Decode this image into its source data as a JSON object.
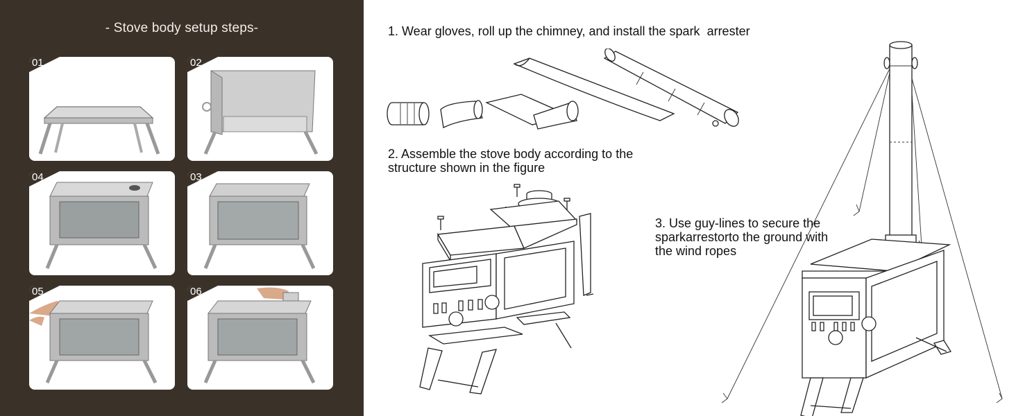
{
  "left_panel": {
    "title": "- Stove body setup steps-",
    "steps": [
      {
        "number": "01",
        "image": "stove-frame-with-legs-photo"
      },
      {
        "number": "02",
        "image": "stove-side-panels-folded-photo"
      },
      {
        "number": "04",
        "image": "stove-top-plates-installed-photo"
      },
      {
        "number": "03",
        "image": "stove-body-assembled-photo"
      },
      {
        "number": "05",
        "image": "hands-attaching-top-plate-photo"
      },
      {
        "number": "06",
        "image": "hands-installing-chimney-collar-photo"
      }
    ],
    "colors": {
      "background": "#3a3129",
      "title_text": "#f2ede6"
    }
  },
  "instructions": {
    "step1": "1. Wear gloves, roll up the chimney, and install the spark  arrester",
    "step2_line1": "2. Assemble the stove body according to the",
    "step2_line2": "structure shown in the figure",
    "step3_line1": "3. Use guy-lines to secure the",
    "step3_line2": "sparkarrestorto the ground with",
    "step3_line3": "the wind ropes"
  },
  "illustrations": [
    "chimney-parts-diagram",
    "stove-exploded-assembly-diagram",
    "stove-with-guy-lines-diagram"
  ]
}
